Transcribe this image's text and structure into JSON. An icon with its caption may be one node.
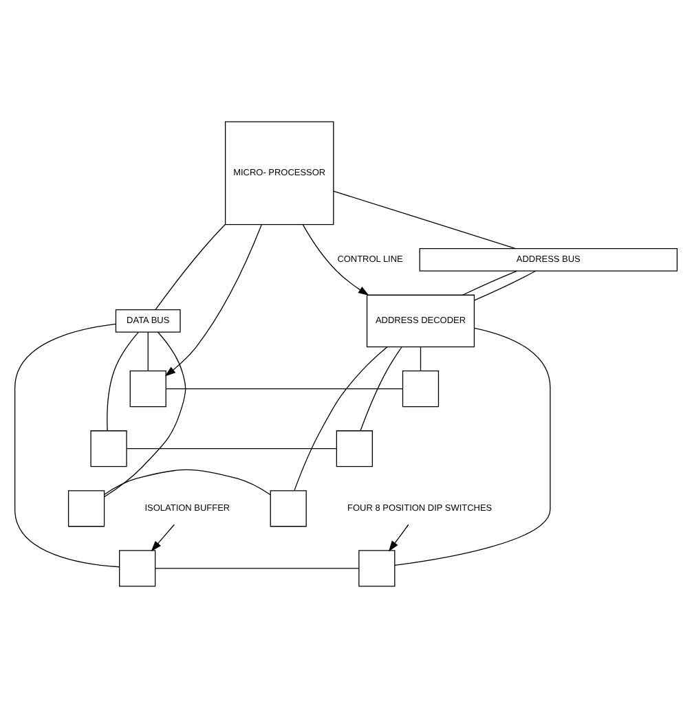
{
  "diagram": {
    "nodes": [
      {
        "text": [
          "MICRO- PROCESSOR"
        ]
      },
      {
        "text": [
          "ADDRESS BUS"
        ]
      },
      {
        "text": [
          "ADDRESS DECODER"
        ]
      },
      {
        "text": [
          "DATA BUS"
        ]
      },
      {
        "text": [],
        "shape": "box"
      },
      {
        "text": [],
        "shape": "box"
      },
      {
        "text": [],
        "shape": "box"
      },
      {
        "text": [],
        "shape": "box"
      },
      {
        "text": [],
        "shape": "box"
      },
      {
        "text": [],
        "shape": "box"
      },
      {
        "text": [],
        "shape": "box"
      },
      {
        "text": [],
        "shape": "box"
      },
      {
        "text": [
          "FOUR 8 POSITION DIP SWITCHES"
        ]
      },
      {
        "text": [
          "ISOLATION BUFFER"
        ]
      }
    ],
    "edges": [
      {
        "from": 0,
        "to": 1,
        "arrow": "none"
      },
      {
        "from": 1,
        "to": 2,
        "arrow": "none"
      },
      {
        "from": 1,
        "to": 2,
        "arrow": "none"
      },
      {
        "from": 0,
        "to": 2,
        "arrow": "to",
        "label": "CONTROL LINE"
      },
      {
        "from": 0,
        "to": 4,
        "arrow": "to"
      },
      {
        "from": 0,
        "to": 3,
        "arrow": "none"
      },
      {
        "from": 3,
        "to": 4,
        "arrow": "none"
      },
      {
        "from": 3,
        "to": 5,
        "arrow": "none"
      },
      {
        "from": 3,
        "to": 6,
        "arrow": "none"
      },
      {
        "from": 3,
        "to": 7,
        "arrow": "none"
      },
      {
        "from": 4,
        "to": 8,
        "arrow": "none"
      },
      {
        "from": 5,
        "to": 9,
        "arrow": "none"
      },
      {
        "from": 6,
        "to": 10,
        "arrow": "none"
      },
      {
        "from": 7,
        "to": 11,
        "arrow": "none"
      },
      {
        "from": 2,
        "to": 8,
        "arrow": "none"
      },
      {
        "from": 2,
        "to": 9,
        "arrow": "none"
      },
      {
        "from": 2,
        "to": 10,
        "arrow": "none"
      },
      {
        "from": 2,
        "to": 11,
        "arrow": "none"
      },
      {
        "from": 12,
        "to": 11,
        "arrow": "to"
      },
      {
        "from": 13,
        "to": 7,
        "arrow": "to"
      }
    ]
  }
}
